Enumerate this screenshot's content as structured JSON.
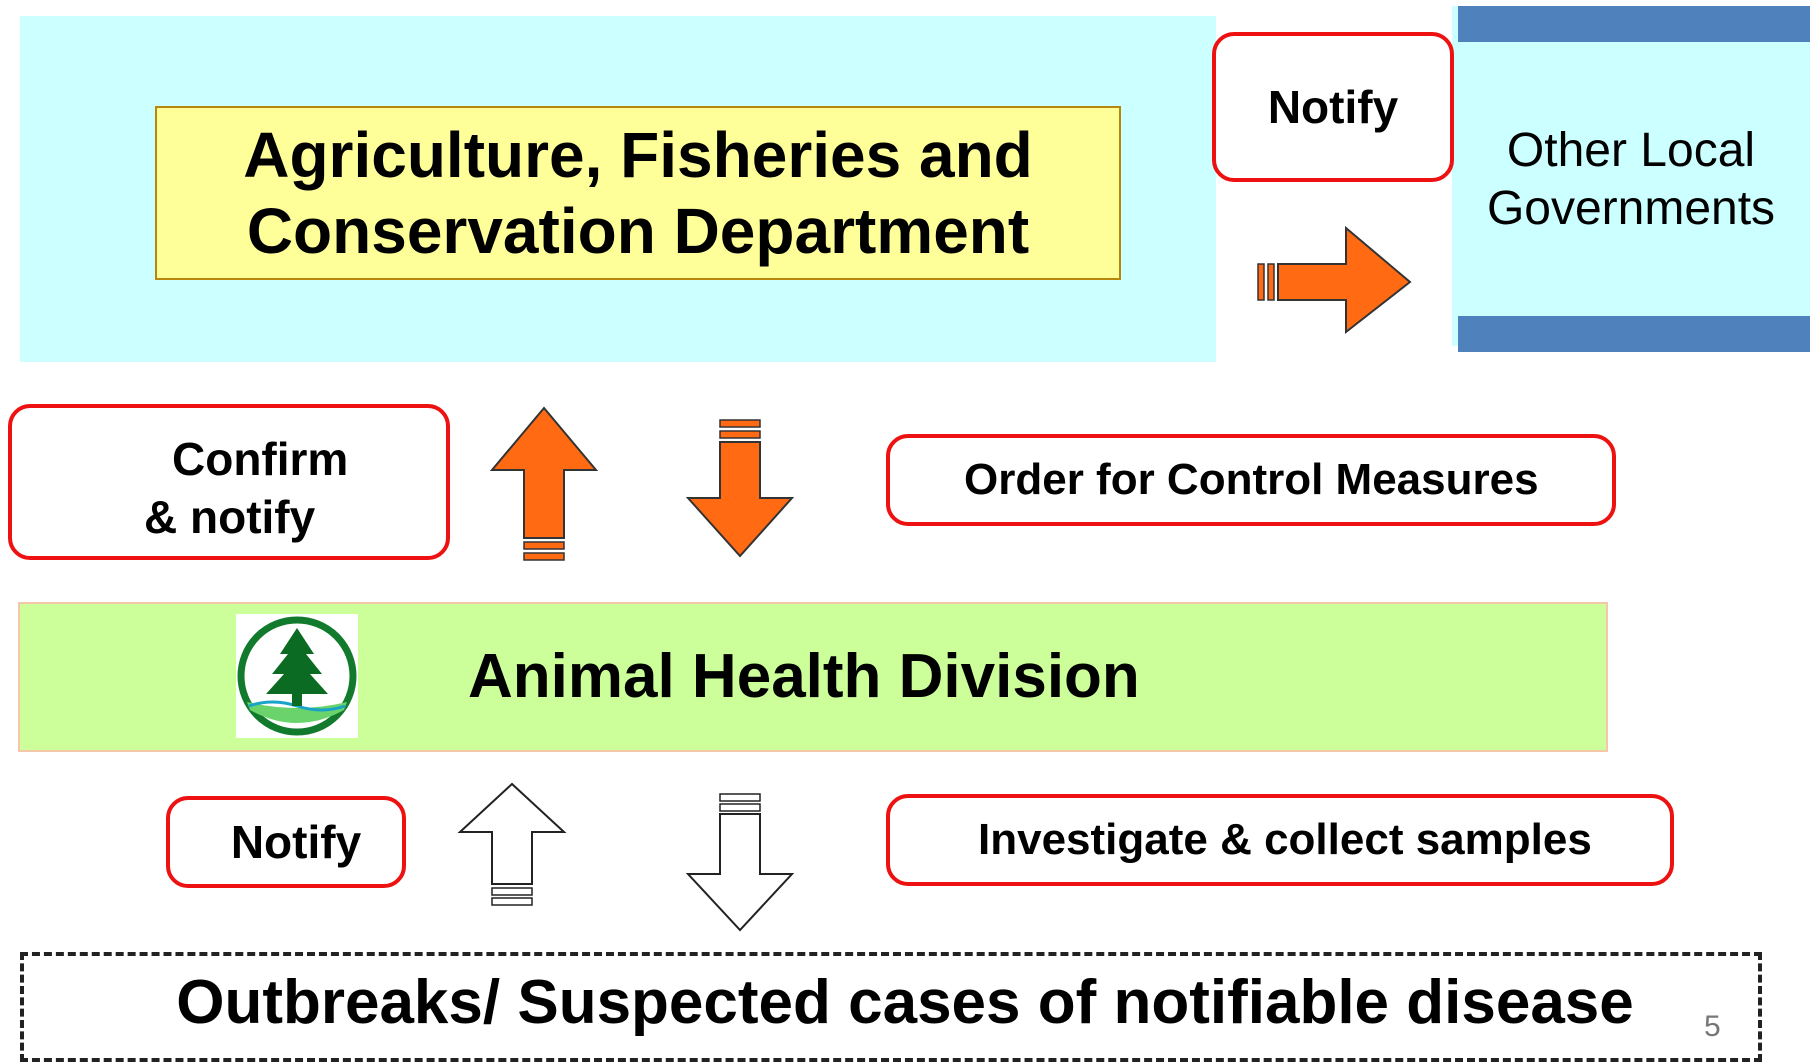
{
  "department": {
    "title_line1": "Agriculture, Fisheries and",
    "title_line2": "Conservation Department"
  },
  "other_gov": {
    "line1": "Other Local",
    "line2": "Governments"
  },
  "labels": {
    "notify_top": "Notify",
    "confirm_line1": "Confirm",
    "confirm_line2": "& notify",
    "order_control": "Order for Control Measures",
    "notify_bottom": "Notify",
    "investigate": "Investigate & collect samples"
  },
  "division": {
    "title": "Animal Health Division"
  },
  "outbreak": {
    "text": "Outbreaks/ Suspected cases of notifiable disease"
  },
  "page_number": "5",
  "colors": {
    "dept_panel": "#ccffff",
    "dept_box": "#ffff99",
    "division_panel": "#ccff99",
    "label_border": "#ee1111",
    "arrow_fill": "#ff6a13",
    "gov_bar": "#4f81bd"
  }
}
